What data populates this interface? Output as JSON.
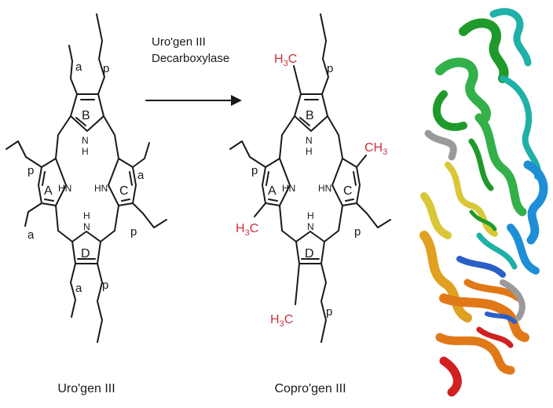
{
  "reaction": {
    "enzyme_line1": "Uro'gen III",
    "enzyme_line2": "Decarboxylase"
  },
  "substrate": {
    "caption": "Uro'gen III",
    "ring_labels": [
      "A",
      "B",
      "C",
      "D"
    ],
    "side_chain_a": "a",
    "side_chain_p": "p",
    "nh_label": "N",
    "h_label": "H",
    "hn_label": "HN"
  },
  "product": {
    "caption": "Copro'gen III",
    "methyl_h": "H",
    "methyl_3": "3",
    "methyl_c": "C",
    "methyl_ch": "CH",
    "side_chain_p": "p"
  },
  "protein": {
    "image_icon": "protein-ribbon-structure",
    "palette": [
      "#1f9a2a",
      "#33b04a",
      "#1fb0a8",
      "#1e8fd6",
      "#2a5fc8",
      "#d8c838",
      "#e0a020",
      "#e07818",
      "#d02020",
      "#9a9a9a"
    ]
  }
}
